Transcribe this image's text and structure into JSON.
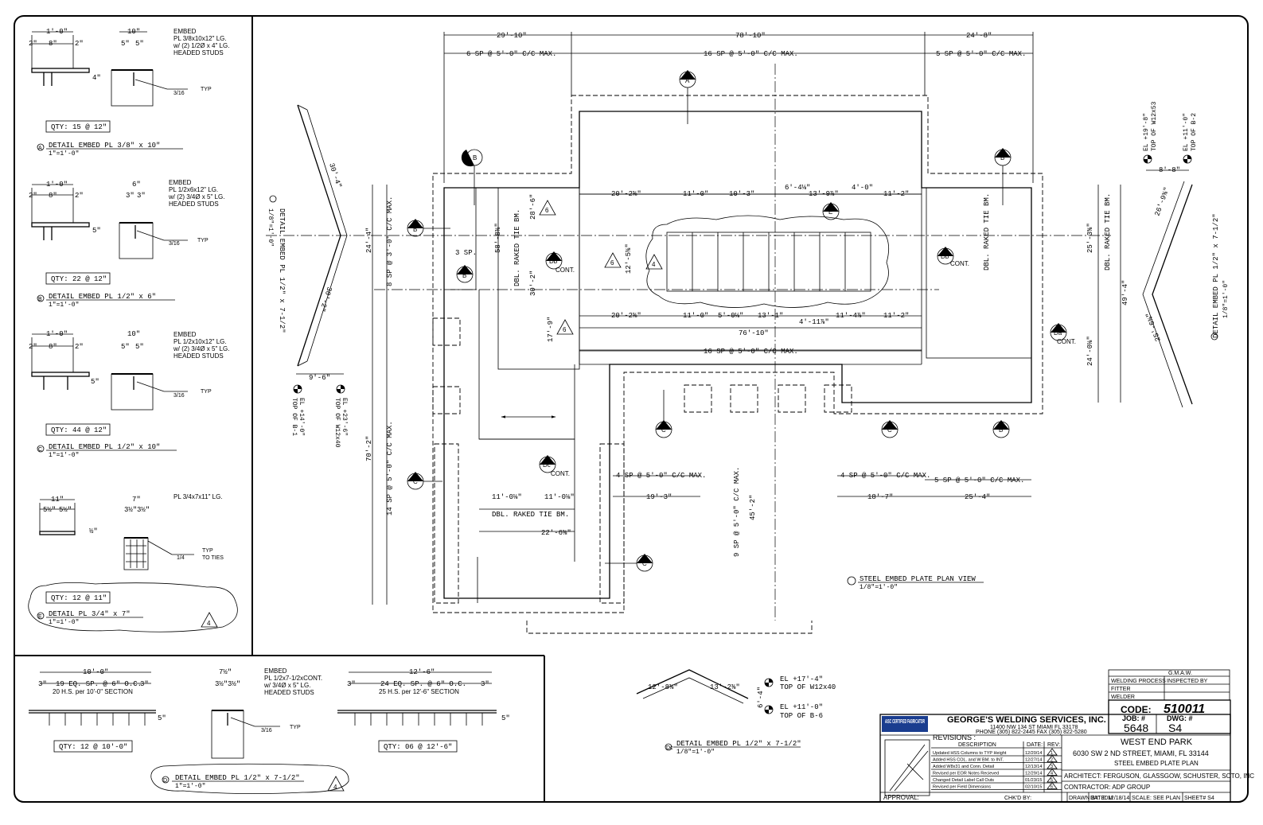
{
  "details": {
    "a": {
      "dims": [
        "1'-0\"",
        "2\"",
        "8\"",
        "2\"",
        "10\"",
        "5\"",
        "5\"",
        "4\""
      ],
      "note": [
        "EMBED",
        "PL 3/8x10x12\" LG.",
        "w/ (2) 1/2Ø x 4\" LG.",
        "HEADED STUDS"
      ],
      "weld": "3/16",
      "weld_typ": "TYP",
      "qty": "QTY: 15 @ 12\"",
      "title": "DETAIL EMBED PL 3/8\" x 10\"",
      "scale": "1\"=1'-0\"",
      "mark": "A"
    },
    "b": {
      "dims": [
        "1'-0\"",
        "2\"",
        "8\"",
        "2\"",
        "6\"",
        "3\"",
        "3\"",
        "5\""
      ],
      "note": [
        "EMBED",
        "PL 1/2x6x12\" LG.",
        "w/ (2) 3/4Ø x 5\" LG.",
        "HEADED STUDS"
      ],
      "weld": "3/16",
      "weld_typ": "TYP",
      "qty": "QTY: 22 @ 12\"",
      "title": "DETAIL EMBED PL 1/2\" x 6\"",
      "scale": "1\"=1'-0\"",
      "mark": "B"
    },
    "c": {
      "dims": [
        "1'-0\"",
        "2\"",
        "8\"",
        "2\"",
        "10\"",
        "5\"",
        "5\"",
        "5\""
      ],
      "note": [
        "EMBED",
        "PL 1/2x10x12\" LG.",
        "w/ (2) 3/4Ø x 5\" LG.",
        "HEADED STUDS"
      ],
      "weld": "3/16",
      "weld_typ": "TYP",
      "qty": "QTY: 44 @ 12\"",
      "title": "DETAIL EMBED PL 1/2\" x 10\"",
      "scale": "1\"=1'-0\"",
      "mark": "C"
    },
    "e": {
      "dims": [
        "11\"",
        "5½\"",
        "5½\"",
        "7\"",
        "3½\"",
        "3½\"",
        "½\""
      ],
      "note": [
        "PL 3/4x7x11\" LG."
      ],
      "weld": "1/4",
      "weld_typ": "TYP",
      "weld_typ2": "TO TIES",
      "qty": "QTY: 12 @ 11\"",
      "title": "DETAIL PL 3/4\" x 7\"",
      "scale": "1\"=1'-0\"",
      "mark": "E",
      "rev": "4"
    },
    "d": {
      "left_dims": [
        "10'-0\"",
        "3\"",
        "19 EQ. SP. @ 6\" O.C.",
        "3\"",
        "20 H.S. per 10'-0\" SECTION",
        "5\""
      ],
      "mid_dims": [
        "7½\"",
        "3½\"",
        "3½\""
      ],
      "note": [
        "EMBED",
        "PL 1/2x7-1/2xCONT.",
        "w/ 3/4Ø x 5\" LG.",
        "HEADED STUDS"
      ],
      "weld": "3/16",
      "weld_typ": "TYP",
      "right_dims": [
        "12'-6\"",
        "3\"",
        "24 EQ. SP. @ 6\" O.C.",
        "3\"",
        "25 H.S. per 12'-6\" SECTION",
        "5\""
      ],
      "qty_left": "QTY: 12 @ 10'-0\"",
      "qty_right": "QTY: 06 @ 12'-6\"",
      "title": "DETAIL EMBED PL 1/2\" x 7-1/2\"",
      "scale": "1\"=1'-0\"",
      "mark": "D",
      "rev": "4"
    }
  },
  "plan": {
    "top_dims": [
      "29'-10\"",
      "78'-10\"",
      "24'-8\""
    ],
    "top_spacing": [
      "6 SP @ 5'-0\" C/C MAX.",
      "16 SP @ 5'-0\" C/C MAX.",
      "5 SP @ 5'-0\" C/C MAX."
    ],
    "upper_row": [
      "20'-2⅜\"",
      "11'-0\"",
      "10'-3\"",
      "6'-4⅛\"",
      "13'-9⅞\"",
      "4'-0\"",
      "11'-2\""
    ],
    "lower_row": [
      "20'-2⅜\"",
      "11'-0\"",
      "5'-0⅛\"",
      "13'-1\"",
      "4'-11⅞\"",
      "11'-4⅞\"",
      "11'-2\""
    ],
    "overall_mid": "76'-10\"",
    "mid_spacing": "16 SP @ 5'-0\" C/C MAX.",
    "left_vert": [
      "24'-4\"",
      "8 SP @ 3'-0\" C/C MAX.",
      "70'-2\"",
      "14 SP @ 5'-0\" C/C MAX."
    ],
    "left_inner": [
      "58'-8⅜\"",
      "DBL. RAKED TIE BM.",
      "28'-6\"",
      "30'-2\"",
      "17'-9\"",
      "3 SP."
    ],
    "center_vert": "12'-5⅜\"",
    "right_vert": [
      "DBL. RAKED TIE BM.",
      "25'-3⅝\"",
      "DBL. RAKED TIE BM.",
      "49'-4\"",
      "24'-0⅛\""
    ],
    "lower_dims": [
      "4 SP @ 5'-0\" C/C MAX.",
      "19'-3\"",
      "9 SP @ 5'-0\" C/C MAX.",
      "45'-2\"",
      "4 SP @ 5'-0\" C/C MAX.",
      "5 SP @ 5'-0\" C/C MAX.",
      "18'-7\"",
      "25'-4\""
    ],
    "lower_left": [
      "11'-0⅛\"",
      "11'-0⅛\"",
      "DBL. RAKED TIE BM.",
      "22'-6⅜\""
    ],
    "marks": [
      "A",
      "B",
      "B",
      "B",
      "B",
      "B",
      "C",
      "C",
      "C",
      "C",
      "C",
      "B",
      "E",
      "Db",
      "Db",
      "Da",
      "Dc"
    ],
    "cont": "CONT.",
    "revs": [
      "6",
      "6",
      "6",
      "4"
    ],
    "view_title": "STEEL EMBED PLATE PLAN VIEW",
    "view_scale": "1/8\"=1'-0\""
  },
  "side_left": {
    "title": "DETAIL EMBED PL 1/2\" x 7-1/2\"",
    "scale": "1/8\"=1'-0\"",
    "dims": [
      "30'-4\"",
      "30'-2\"",
      "9'-6\""
    ],
    "mark": "Db",
    "el1": "EL +14'-0\"",
    "el1b": "TOP OF B-1",
    "el2": "EL +23'-6\"",
    "el2b": "TOP OF W12x40"
  },
  "side_right": {
    "title": "DETAIL EMBED PL 1/2\" x 7-1/2\"",
    "scale": "1/8\"=1'-0\"",
    "dims": [
      "8'-8\"",
      "26'-9⅜\"",
      "25'-6⅜\""
    ],
    "mark": "Da",
    "el1": "EL +19'-8\"",
    "el1b": "TOP OF W12x53",
    "el2": "EL +11'-0\"",
    "el2b": "TOP OF B-2"
  },
  "bottom_detail": {
    "title": "DETAIL EMBED PL 1/2\" x 7-1/2\"",
    "scale": "1/8\"=1'-0\"",
    "dims": [
      "12'-8⅜\"",
      "13'-2⅜\"",
      "6'-4\""
    ],
    "mark": "Dc",
    "el1": "EL +17'-4\"",
    "el1b": "TOP OF W12x40",
    "el2": "EL +11'-0\"",
    "el2b": "TOP OF B-6"
  },
  "title_block": {
    "gmaw": "G.M.A.W.",
    "welding_process": "WELDING PROCESS",
    "inspected_by": "INSPECTED BY",
    "fitter": "FITTER",
    "welder": "WELDER",
    "code_label": "CODE:",
    "code": "510011",
    "company": "GEORGE'S WELDING SERVICES, INC.",
    "address": "11400 NW 134 ST MIAMI FL 33178",
    "phone": "PHONE (305) 822-2445   FAX (305) 822-5280",
    "job_label": "JOB: #",
    "job": "5648",
    "dwg_label": "DWG: #",
    "dwg": "S4",
    "cert_badge": "AISC CERTIFIED FABRICATOR",
    "revisions_label": "REVISIONS :",
    "rev_cols": [
      "DESCRIPTION",
      "DATE:",
      "REV:"
    ],
    "revisions": [
      {
        "desc": "Updated HSS Columns to TYP Height",
        "date": "12/20/14",
        "rev": "1"
      },
      {
        "desc": "Added HSS COL. and W BM. to INT.",
        "date": "12/27/14",
        "rev": "2"
      },
      {
        "desc": "Added W8x31 and Conn. Detail",
        "date": "12/13/14",
        "rev": "3"
      },
      {
        "desc": "Revised per EOR Notes Recieved",
        "date": "12/29/14",
        "rev": "4"
      },
      {
        "desc": "Changed Detail Label Call Outs",
        "date": "01/23/15",
        "rev": "5"
      },
      {
        "desc": "Revised per Field Dimensions",
        "date": "02/10/15",
        "rev": "6"
      }
    ],
    "project": "WEST END PARK",
    "project_address": "6030 SW 2 ND STREET, MIAMI, FL 33144",
    "sheet_title": "STEEL EMBED PLATE PLAN",
    "architect": "ARCHITECT: FERGUSON, GLASSGOW, SCHUSTER, SOTO, INC",
    "contractor": "CONTRACTOR: ADP GROUP",
    "approval": "APPROVAL:",
    "chkd_by": "CHK'D BY:",
    "drawn_by": "DRAWN BY: JDM",
    "date": "DATE: 12/18/14",
    "scale": "SCALE: SEE PLAN",
    "sheet": "SHEET# S4"
  }
}
